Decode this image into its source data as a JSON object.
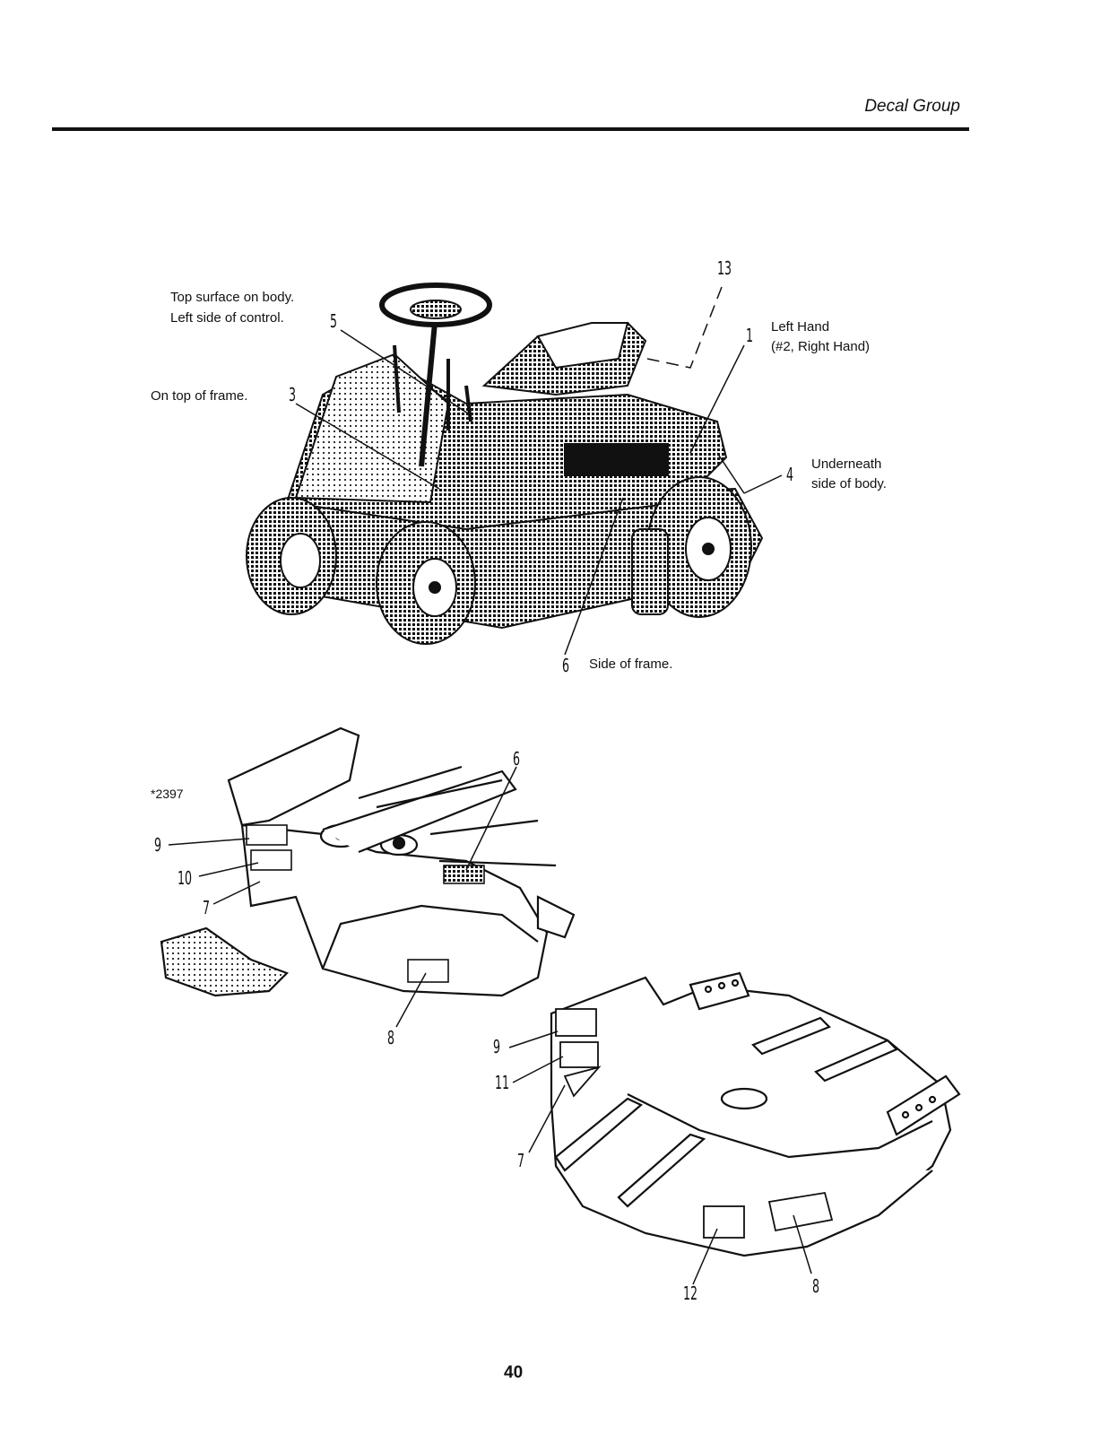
{
  "header": {
    "title": "Decal Group"
  },
  "tractor": {
    "labels": {
      "top_surface": "Top surface on body.",
      "left_side_control": "Left side of control.",
      "on_top_frame": "On top of frame.",
      "left_hand": "Left Hand",
      "right_hand_note": "(#2, Right Hand)",
      "underneath": "Underneath",
      "side_of_body": "side of body.",
      "side_of_frame": "Side of frame."
    },
    "callouts": {
      "c13": "13",
      "c1": "1",
      "c5": "5",
      "c3": "3",
      "c4": "4",
      "c6": "6"
    }
  },
  "deck_assembly": {
    "part_number": "*2397",
    "callouts": {
      "c6": "6",
      "c9": "9",
      "c10": "10",
      "c7": "7",
      "c8": "8"
    }
  },
  "deck_shell": {
    "callouts": {
      "c9": "9",
      "c11": "11",
      "c7": "7",
      "c12": "12",
      "c8": "8"
    }
  },
  "footer": {
    "page_number": "40"
  }
}
